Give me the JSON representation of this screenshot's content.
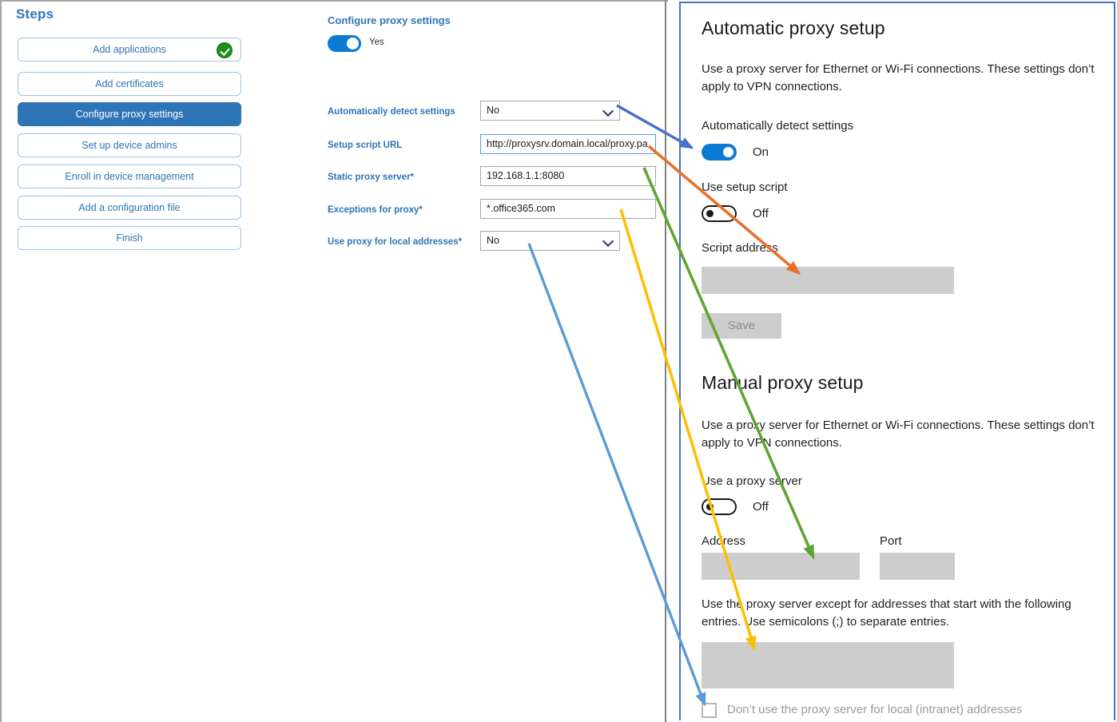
{
  "steps": {
    "title": "Steps",
    "items": [
      {
        "label": "Add applications",
        "state": "complete",
        "icon": "check-circle-icon"
      },
      {
        "label": "Add certificates",
        "state": "default",
        "icon": ""
      },
      {
        "label": "Configure proxy settings",
        "state": "active",
        "icon": ""
      },
      {
        "label": "Set up device admins",
        "state": "default",
        "icon": ""
      },
      {
        "label": "Enroll in device management",
        "state": "default",
        "icon": ""
      },
      {
        "label": "Add a configuration file",
        "state": "default",
        "icon": ""
      },
      {
        "label": "Finish",
        "state": "default",
        "icon": ""
      }
    ]
  },
  "form": {
    "heading": "Configure proxy settings",
    "master_toggle": {
      "value": "Yes",
      "on": true
    },
    "fields": [
      {
        "label": "Automatically detect settings",
        "required": false,
        "type": "select",
        "value": "No"
      },
      {
        "label": "Setup script URL",
        "required": false,
        "type": "text",
        "value": "http://proxysrv.domain.local/proxy.pa",
        "focused": true
      },
      {
        "label": "Static proxy server",
        "required": true,
        "type": "text",
        "value": "192.168.1.1:8080"
      },
      {
        "label": "Exceptions for proxy",
        "required": true,
        "type": "text",
        "value": "*.office365.com"
      },
      {
        "label": "Use proxy for local addresses",
        "required": true,
        "type": "select",
        "value": "No"
      }
    ],
    "required_marker": "*"
  },
  "windows_settings": {
    "automatic": {
      "heading": "Automatic proxy setup",
      "description": "Use a proxy server for Ethernet or Wi-Fi connections. These settings don’t apply to VPN connections.",
      "detect_label": "Automatically detect settings",
      "detect_toggle": "On",
      "script_label": "Use setup script",
      "script_toggle": "Off",
      "script_address_label": "Script address",
      "script_address_value": "",
      "save_label": "Save"
    },
    "manual": {
      "heading": "Manual proxy setup",
      "description": "Use a proxy server for Ethernet or Wi-Fi connections. These settings don’t apply to VPN connections.",
      "use_proxy_label": "Use a proxy server",
      "use_proxy_toggle": "Off",
      "address_label": "Address",
      "address_value": "",
      "port_label": "Port",
      "port_value": "",
      "exceptions_description": "Use the proxy server except for addresses that start with the following entries. Use semicolons (;) to separate entries.",
      "exceptions_value": "",
      "local_checkbox_label": "Don’t use the proxy server for local (intranet) addresses",
      "local_checkbox_checked": false
    }
  },
  "annotations": {
    "arrows": [
      {
        "name": "blue-arrow-detect-settings",
        "color": "#4472C4",
        "from": "Automatically detect settings dropdown",
        "to": "Automatically detect settings toggle"
      },
      {
        "name": "orange-arrow-setup-script",
        "color": "#E8702A",
        "from": "Setup script URL field",
        "to": "Script address input"
      },
      {
        "name": "green-arrow-static-proxy",
        "color": "#5FA533",
        "from": "Static proxy server field",
        "to": "Address input"
      },
      {
        "name": "yellow-arrow-exceptions",
        "color": "#FFBF00",
        "from": "Exceptions for proxy field",
        "to": "Exceptions input"
      },
      {
        "name": "lightblue-arrow-local-addresses",
        "color": "#5B9BD5",
        "from": "Use proxy for local addresses dropdown",
        "to": "Local intranet addresses checkbox"
      }
    ]
  },
  "colors": {
    "accent_blue": "#2E75B6",
    "step_border": "#9DC3E6",
    "toggle_on": "#0a7bd4",
    "check_green": "#1E8E1E",
    "panel_border": "#4472C4",
    "gray_input": "#cdcdcd"
  }
}
